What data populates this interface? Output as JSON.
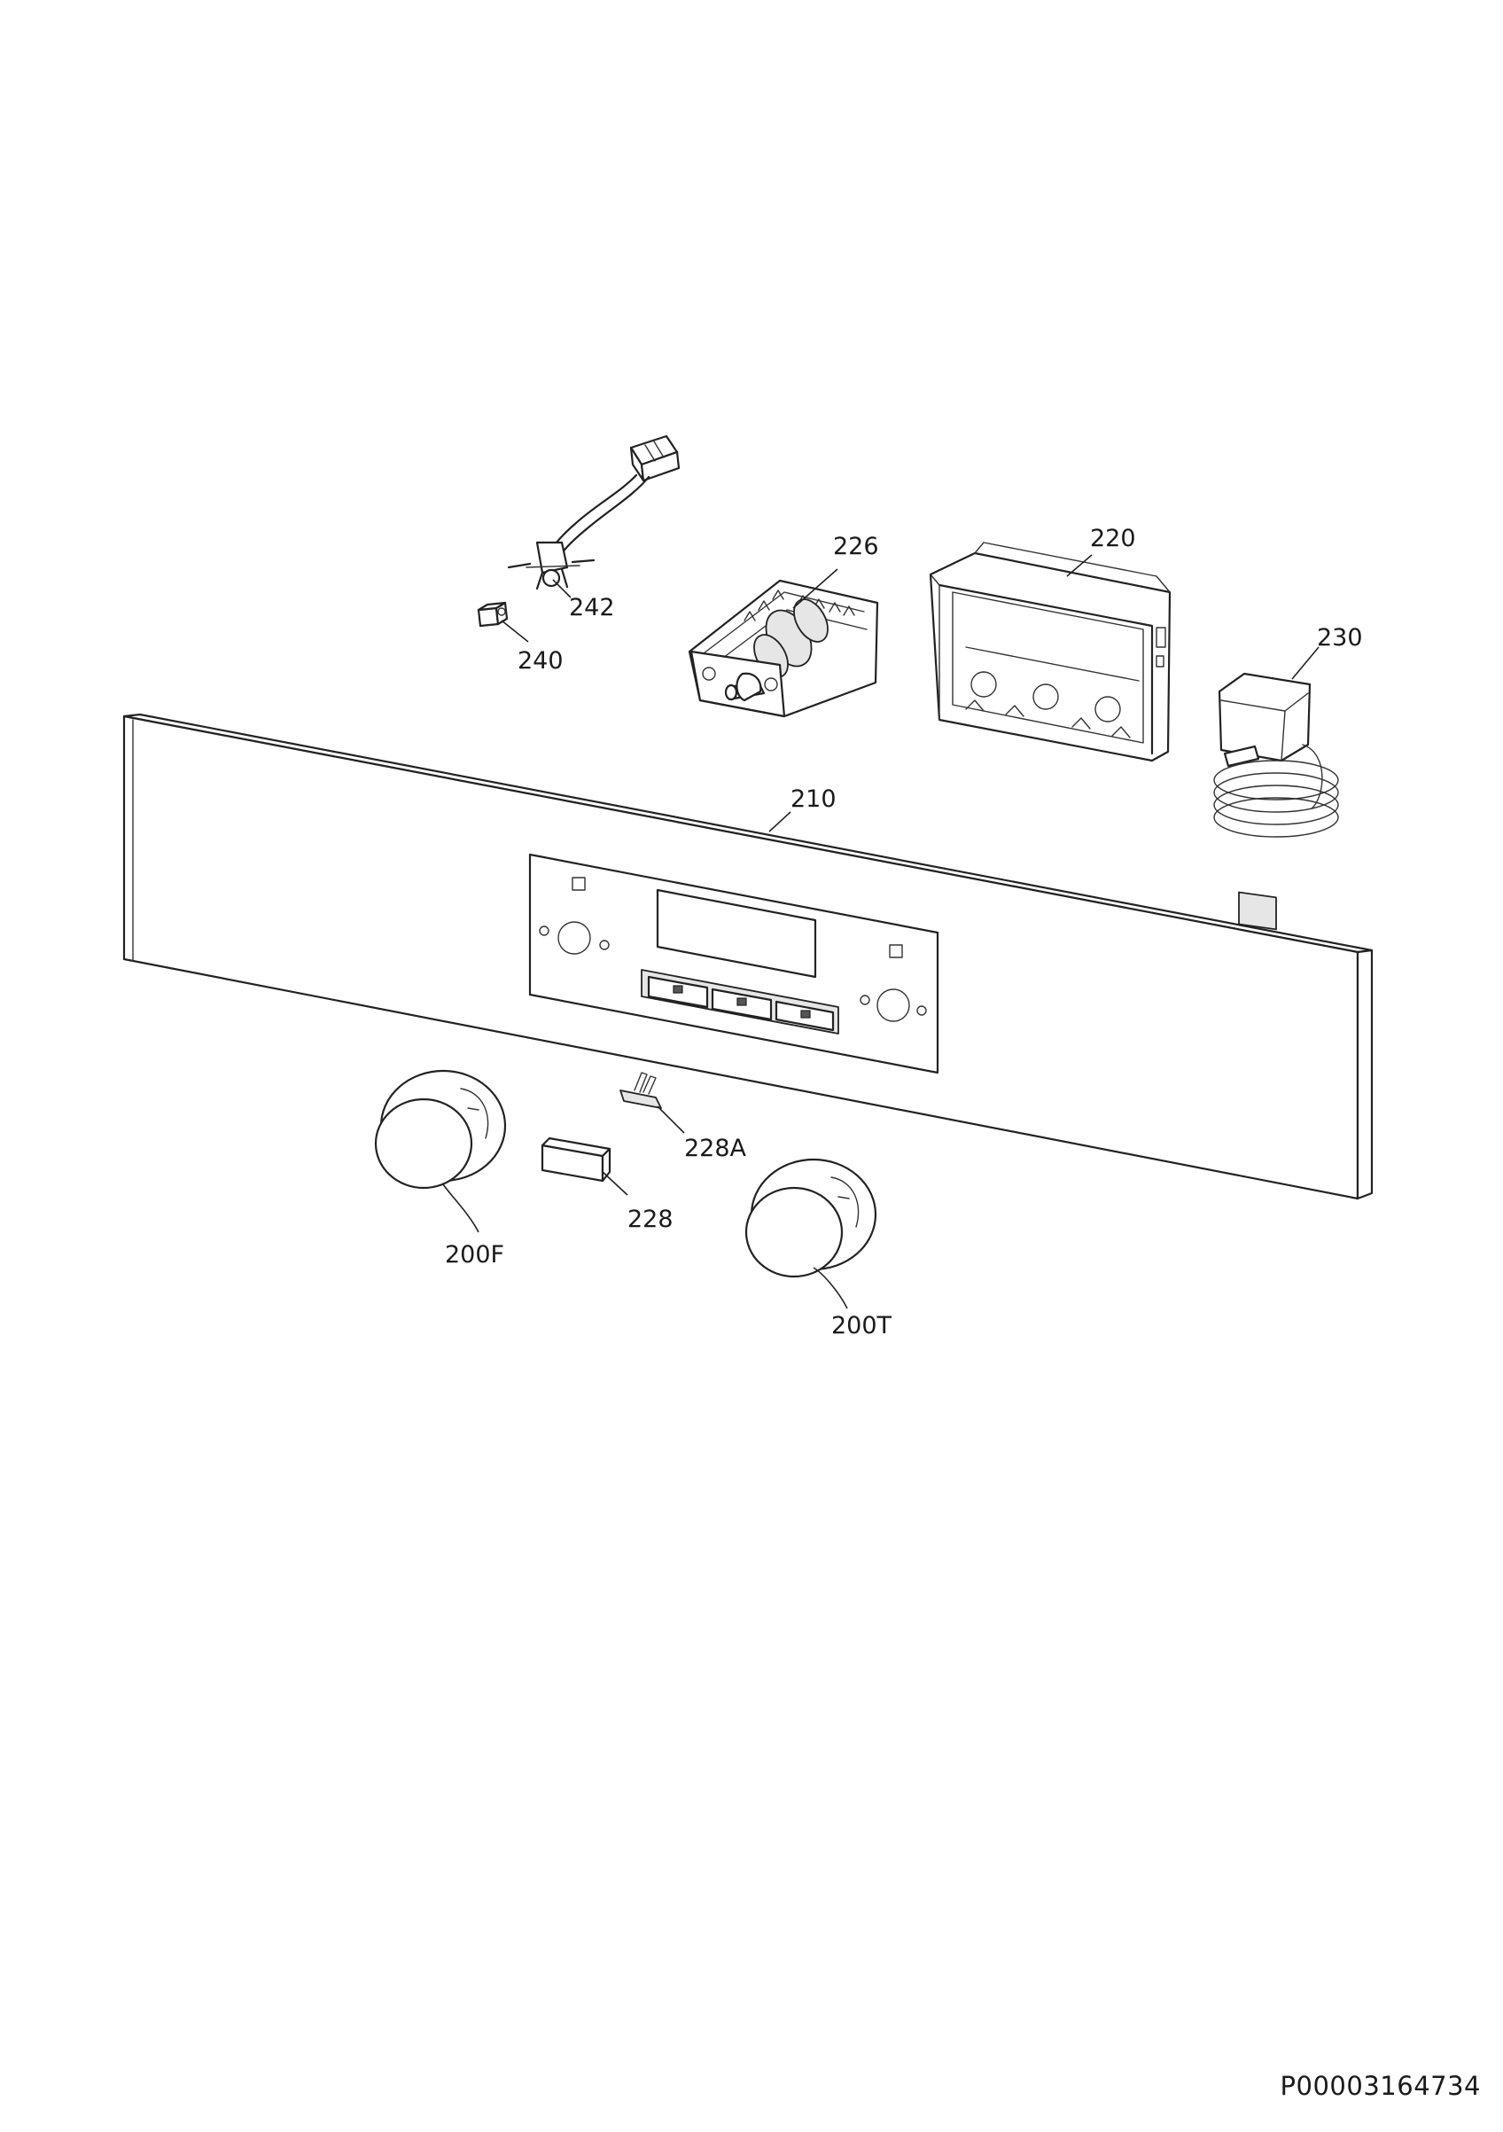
{
  "labels": {
    "p242": "242",
    "p240": "240",
    "p226": "226",
    "p220": "220",
    "p230": "230",
    "p210": "210",
    "p228A": "228A",
    "p228": "228",
    "p200F": "200F",
    "p200T": "200T"
  },
  "document_id": "P00003164734"
}
